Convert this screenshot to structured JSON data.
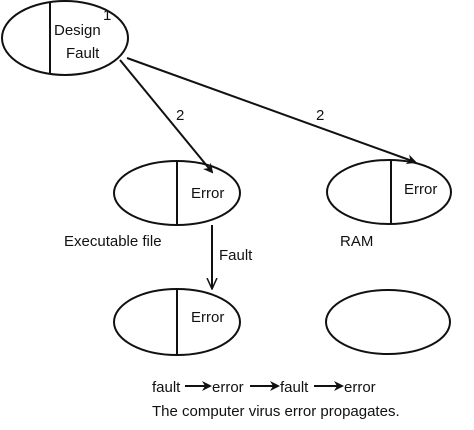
{
  "diagram": {
    "nodes": {
      "design": {
        "line1": "Design",
        "line2": "Fault",
        "number": "1"
      },
      "executable_error": {
        "label": "Error",
        "caption": "Executable file"
      },
      "ram_error": {
        "label": "Error",
        "caption": "RAM"
      },
      "lower_error": {
        "label": "Error"
      },
      "lower_empty": {}
    },
    "edges": {
      "design_to_executable": {
        "label": "2"
      },
      "design_to_ram": {
        "label": "2"
      },
      "executable_to_lower": {
        "label": "Fault"
      }
    },
    "sequence": {
      "items": [
        "fault",
        "error",
        "fault",
        "error"
      ]
    },
    "caption": "The computer virus error propagates."
  }
}
